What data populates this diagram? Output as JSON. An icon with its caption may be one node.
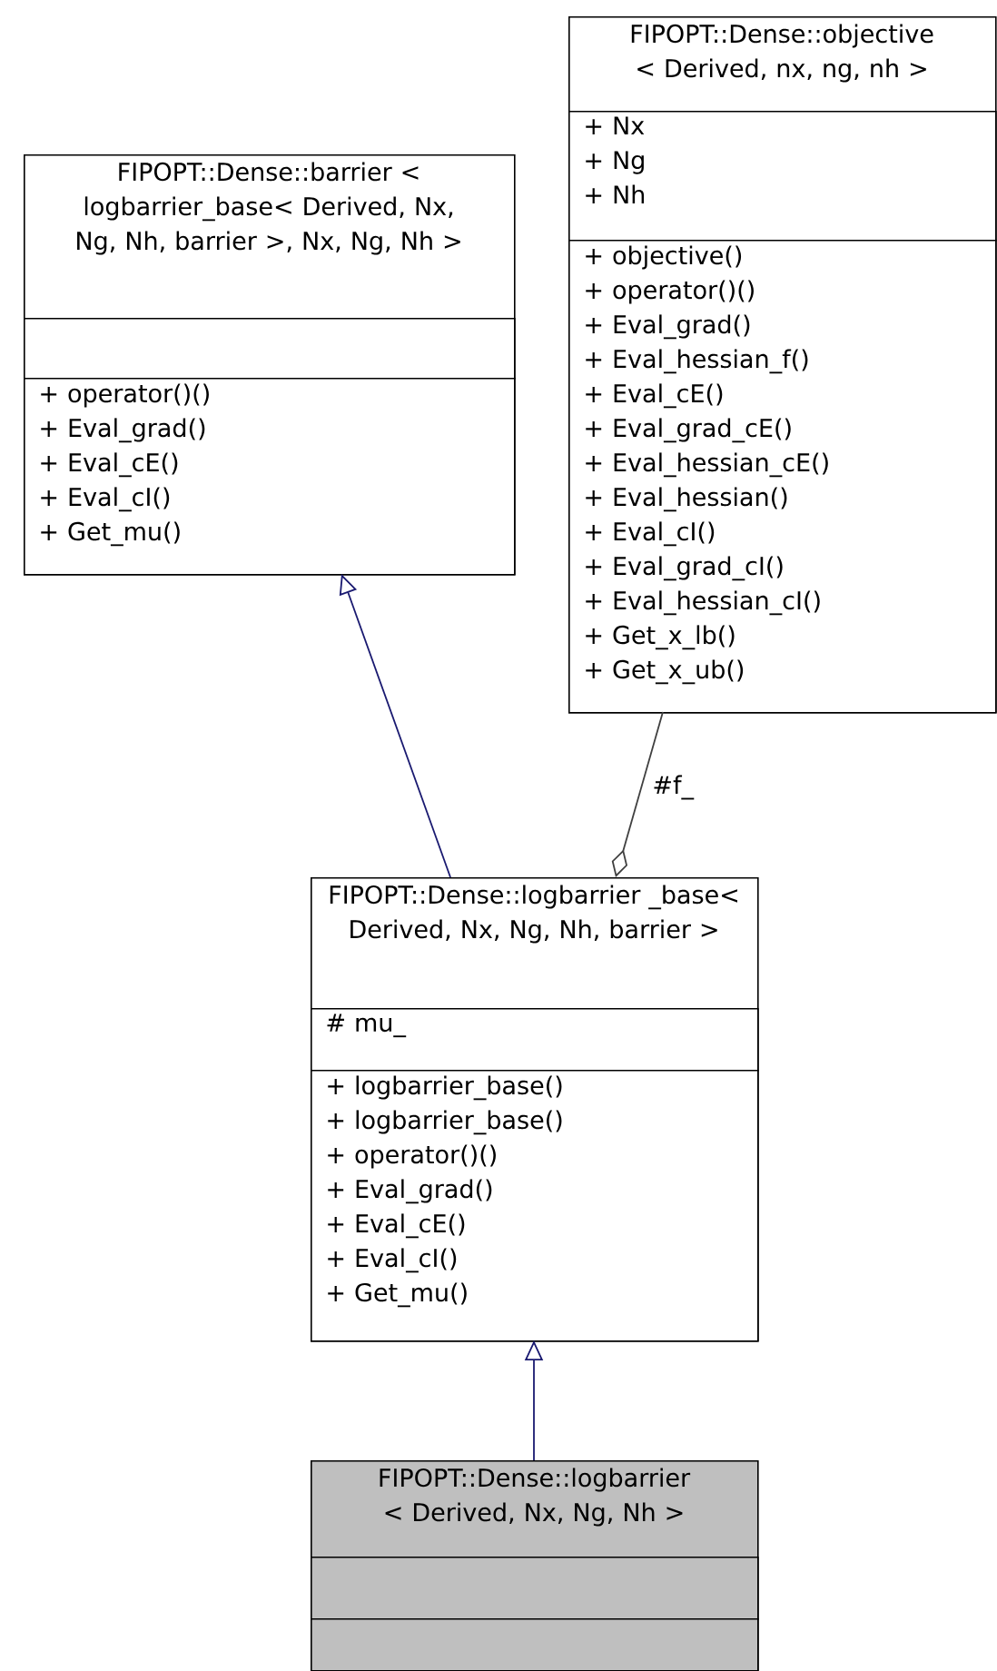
{
  "diagram": {
    "nodes": [
      {
        "text": [
          "FIPOPT::Dense::barrier < logbarrier_base< Derived, Nx, Ng, Nh, barrier >, Nx, Ng, Nh >"
        ]
      },
      {
        "text": [],
        "shape": "box",
        "in": 0
      },
      {
        "text": [
          "+ operator()()",
          "+ Eval_grad()",
          "+ Eval_cE()",
          "+ Eval_cI()",
          "+ Get_mu()"
        ],
        "in": 0
      },
      {
        "text": [
          "FIPOPT::Dense::objective < Derived, nx, ng, nh >"
        ]
      },
      {
        "text": [
          "+ Nx",
          "+ Ng",
          "+ Nh"
        ],
        "in": 3
      },
      {
        "text": [
          "+ objective()",
          "+ operator()()",
          "+ Eval_grad()",
          "+ Eval_hessian_f()",
          "+ Eval_cE()",
          "+ Eval_grad_cE()",
          "+ Eval_hessian_cE()",
          "+ Eval_hessian()",
          "+ Eval_cI()",
          "+ Eval_grad_cI()",
          "+ Eval_hessian_cI()",
          "+ Get_x_lb()",
          "+ Get_x_ub()"
        ],
        "in": 3
      },
      {
        "text": [
          "FIPOPT::Dense::logbarrier _base< Derived, Nx, Ng, Nh, barrier >"
        ]
      },
      {
        "text": [
          "# mu_"
        ],
        "in": 6
      },
      {
        "text": [
          "+ logbarrier_base()",
          "+ logbarrier_base()",
          "+ operator()()",
          "+ Eval_grad()",
          "+ Eval_cE()",
          "+ Eval_cI()",
          "+ Get_mu()"
        ],
        "in": 6
      },
      {
        "text": [
          "FIPOPT::Dense::logbarrier < Derived, Nx, Ng, Nh >"
        ]
      },
      {
        "text": [],
        "shape": "box",
        "in": 9
      },
      {
        "text": [],
        "shape": "box",
        "in": 9
      }
    ],
    "edges": [
      {
        "from": 6,
        "to": 0,
        "arrow": "to",
        "color": "#191970"
      },
      {
        "from": 3,
        "to": 6,
        "arrow": "other",
        "label": "#f_",
        "color": "#404040"
      },
      {
        "from": 9,
        "to": 6,
        "arrow": "to",
        "color": "#191970"
      }
    ]
  }
}
